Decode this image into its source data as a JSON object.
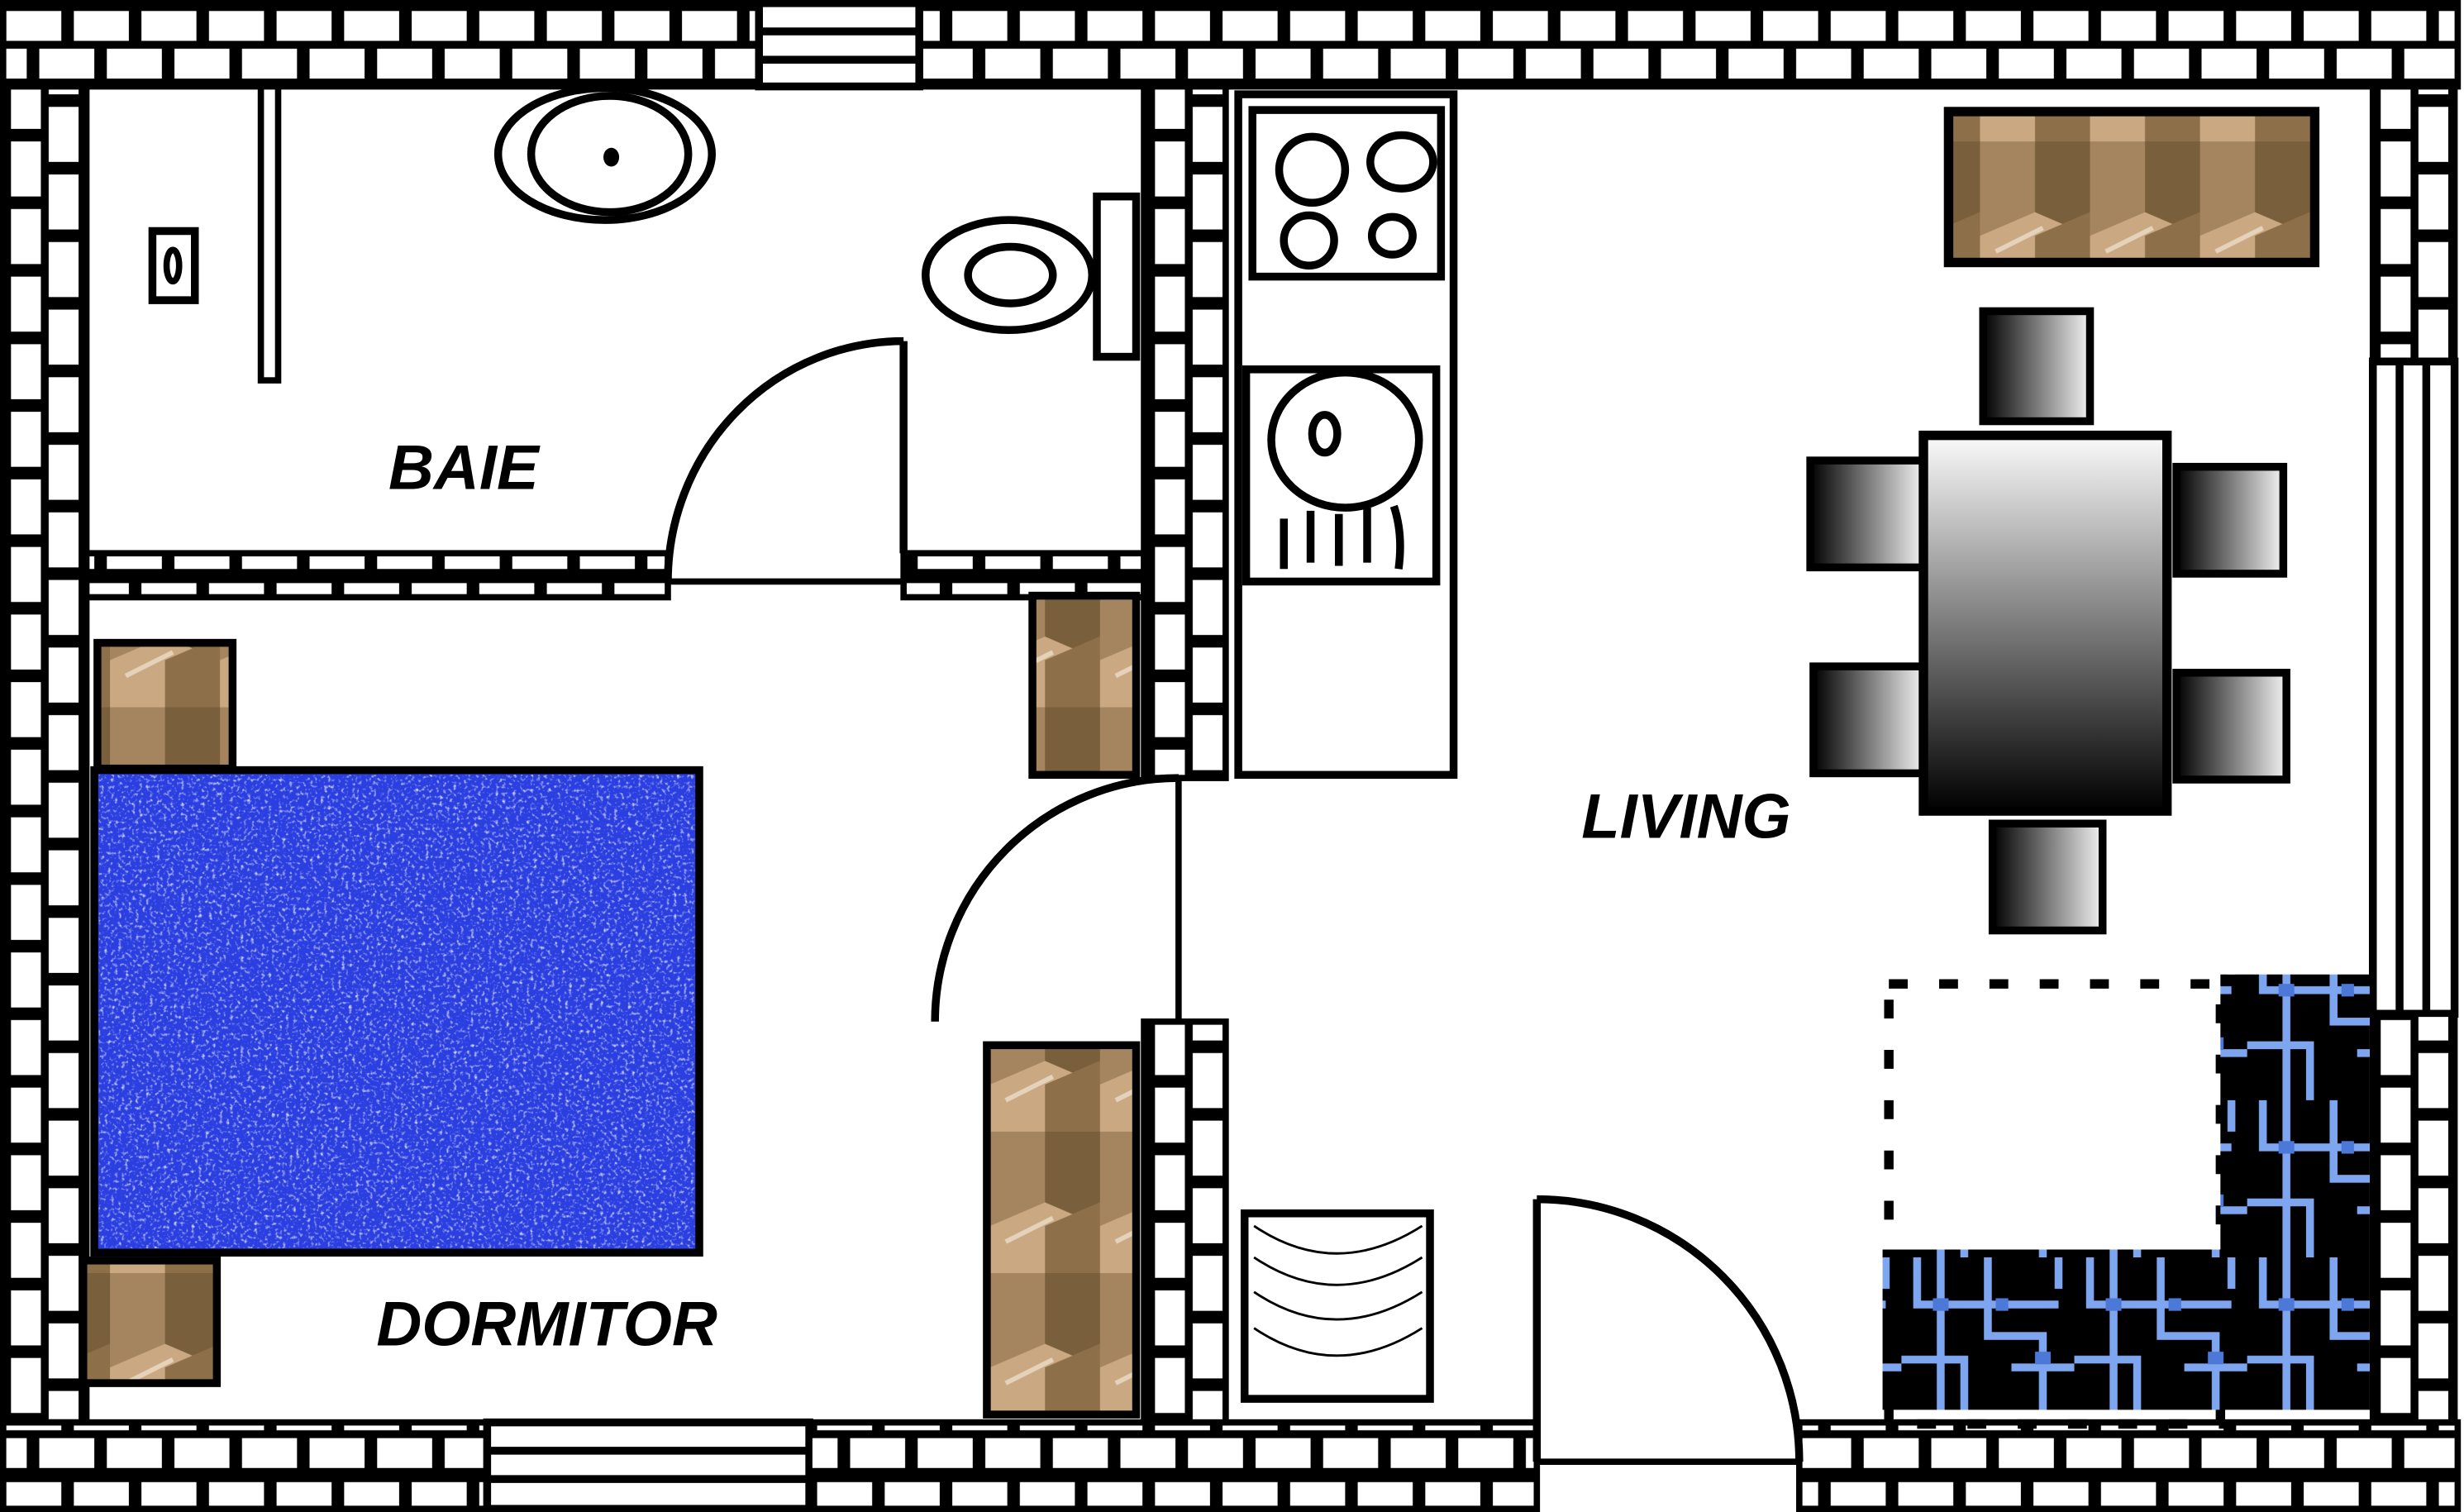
{
  "title": "Floor plan",
  "rooms": {
    "bathroom": {
      "label": "BAIE"
    },
    "bedroom": {
      "label": "DORMITOR"
    },
    "living": {
      "label": "LIVING"
    }
  },
  "colors": {
    "wall": "#000000",
    "bed": "#2b3fe0",
    "cardboard_light": "#c9a882",
    "cardboard_mid": "#a4855f",
    "cardboard_dark": "#7a5f3c",
    "pipe": "#7ea6f0"
  },
  "icons": [
    "shower-drain-icon",
    "sink-icon",
    "toilet-icon",
    "stove-icon",
    "kitchen-sink-icon",
    "bed-icon",
    "dining-table-icon",
    "chair-icon",
    "washing-machine-icon",
    "door-icon",
    "window-icon",
    "pipes-icon",
    "storage-box-icon"
  ]
}
